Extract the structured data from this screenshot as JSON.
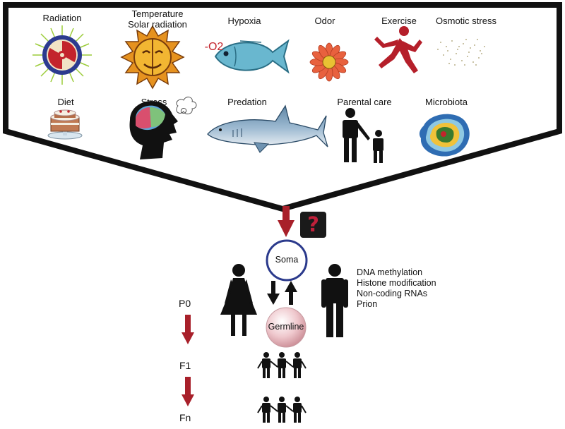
{
  "factors": [
    {
      "name": "radiation",
      "label": "Radiation",
      "icon": "radiation-icon"
    },
    {
      "name": "temperature",
      "label": "Temperature",
      "icon": "sun-icon"
    },
    {
      "name": "solar-radiation",
      "label": "Solar radiation",
      "icon": "sun-icon"
    },
    {
      "name": "hypoxia",
      "label": "Hypoxia",
      "icon": "fish-icon"
    },
    {
      "name": "odor",
      "label": "Odor",
      "icon": "flower-icon"
    },
    {
      "name": "exercise",
      "label": "Exercise",
      "icon": "running-person-icon"
    },
    {
      "name": "osmotic-stress",
      "label": "Osmotic stress",
      "icon": "salt-grains-icon"
    },
    {
      "name": "diet",
      "label": "Diet",
      "icon": "cake-icon"
    },
    {
      "name": "stress",
      "label": "Stress",
      "icon": "stressed-head-icon"
    },
    {
      "name": "predation",
      "label": "Predation",
      "icon": "shark-icon"
    },
    {
      "name": "parental-care",
      "label": "Parental care",
      "icon": "parent-child-icon"
    },
    {
      "name": "microbiota",
      "label": "Microbiota",
      "icon": "microbe-icon"
    }
  ],
  "hypoxia_symbol": "-O2",
  "question_mark": "?",
  "soma": "Soma",
  "germline": "Germline",
  "mechanisms": [
    "DNA methylation",
    "Histone modification",
    "Non-coding RNAs",
    "Prion"
  ],
  "generations": [
    "P0",
    "F1",
    "Fn"
  ],
  "colors": {
    "arrow_red": "#a8202a",
    "soma_ring": "#2b3a8c",
    "germline_fill": "#e7b7bd",
    "outline": "#111111"
  }
}
